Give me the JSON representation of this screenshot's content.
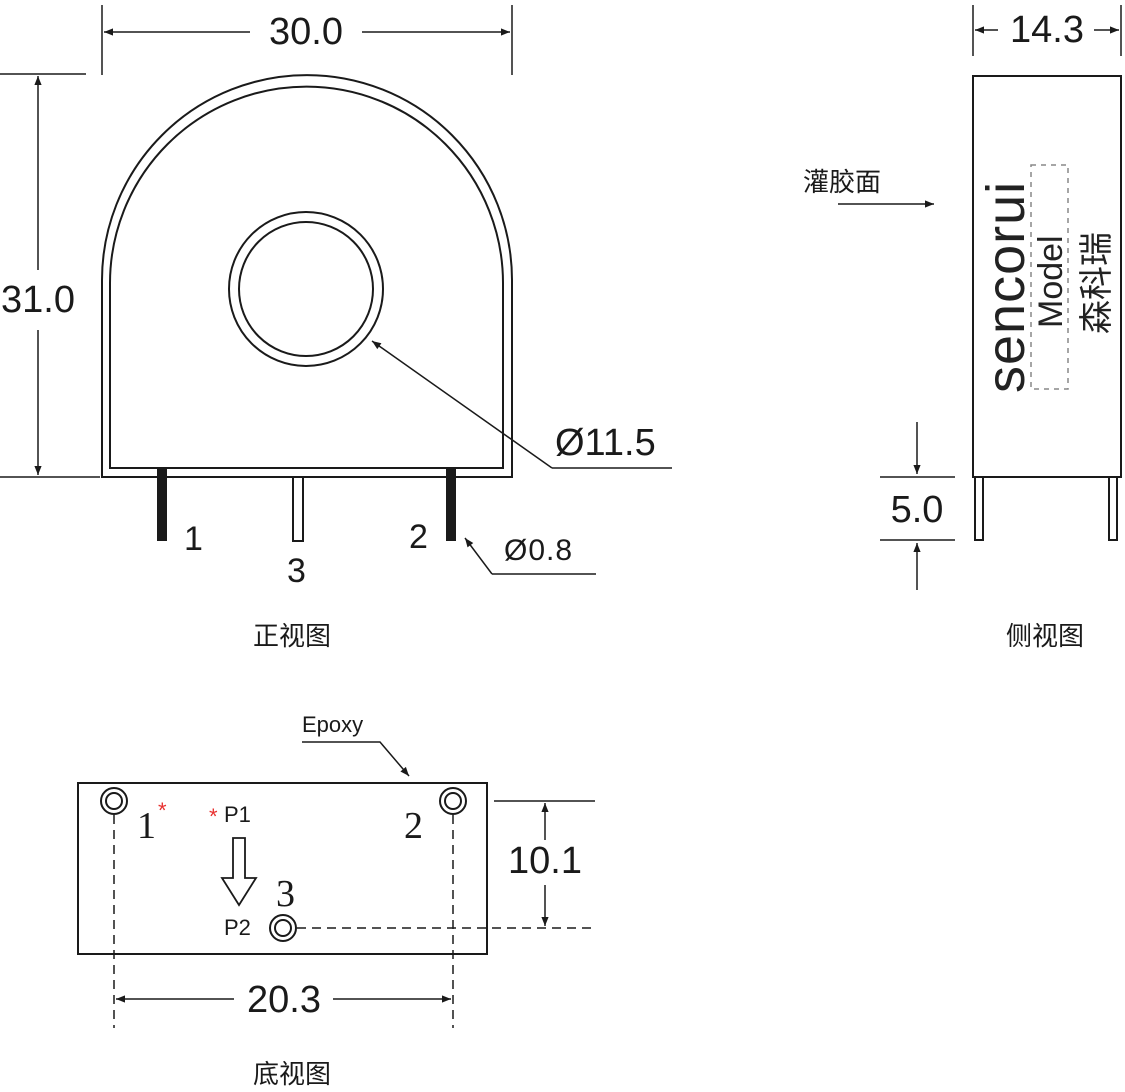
{
  "front_view": {
    "width_dim": "30.0",
    "height_dim": "31.0",
    "hole_dim": "Ø11.5",
    "pin_dim": "Ø0.8",
    "pin_labels": [
      "1",
      "3",
      "2"
    ],
    "caption": "正视图"
  },
  "side_view": {
    "width_dim": "14.3",
    "pin_length_dim": "5.0",
    "potting_label": "灌胶面",
    "brand": "sencorui",
    "model_label": "Model",
    "brand_cn": "森科瑞",
    "caption": "侧视图"
  },
  "bottom_view": {
    "epoxy_label": "Epoxy",
    "pin1": "1",
    "pin1_mark": "*",
    "pin2": "2",
    "pin3": "3",
    "p1_mark": "*",
    "p1": "P1",
    "p2": "P2",
    "height_dim": "10.1",
    "width_dim": "20.3",
    "caption": "底视图"
  },
  "colors": {
    "line": "#1a1a1a",
    "accent_red": "#e8312f"
  }
}
